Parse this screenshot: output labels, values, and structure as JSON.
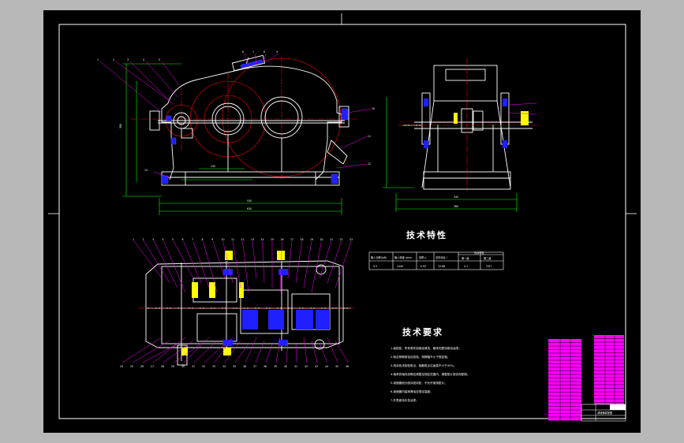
{
  "drawing": {
    "section_characteristics_title": "技术特性",
    "section_requirements_title": "技术要求",
    "requirements": [
      "1.装配前，所有零件用煤油清洗，箱体内壁涂耐油油漆；",
      "2.啮合侧隙用铅丝检验，侧隙值不小于规定值；",
      "3.用涂色法检验斑点，接触斑点沿齿高不小于40%；",
      "4.轴承的轴向游隙应调整至规定范围内，调整垫片按实际配制；",
      "5.减速器剖分面涂密封胶，不允许使用垫片；",
      "6.减速器内装润滑油至规定高度；",
      "7.外表面涂灰色油漆。"
    ],
    "characteristics_table": {
      "group_header": "传动特性",
      "headers": [
        "输入功率(kW)",
        "输入转速 r/min",
        "效率 η",
        "总传动比 i",
        "第一级",
        "第二级"
      ],
      "values": [
        "5.5",
        "1440",
        "0.92",
        "15.88",
        "4.1",
        "3.87"
      ]
    },
    "dimensions": {
      "front_overall_width": "630",
      "front_center_distance": "245",
      "front_base_width": "530",
      "side_overall_width": "380",
      "side_base_width": "340",
      "front_height": "380"
    },
    "part_bubbles_top": [
      "1",
      "2",
      "3",
      "4",
      "5",
      "6",
      "7",
      "8",
      "9",
      "10",
      "11",
      "12",
      "13",
      "14",
      "15",
      "16",
      "17",
      "18",
      "19",
      "20",
      "21",
      "22",
      "23"
    ],
    "part_bubbles_bottom": [
      "24",
      "25",
      "26",
      "27",
      "28",
      "29",
      "30",
      "31",
      "32",
      "33",
      "34",
      "35",
      "36",
      "37",
      "38",
      "39",
      "40",
      "41",
      "42",
      "43",
      "44",
      "45",
      "46"
    ],
    "title_block": {
      "label": "减速器装配图"
    }
  },
  "colors": {
    "background": "#000000",
    "frame": "#ffffff",
    "part_outline": "#ffffff",
    "dimension": "#00ff00",
    "gear_circle": "#ff0000",
    "centerline": "#ff0000",
    "leader": "#ff00ff",
    "bolts": "#2020ff",
    "hatch": "#ffff00",
    "parts_list": "#ff00ff"
  }
}
